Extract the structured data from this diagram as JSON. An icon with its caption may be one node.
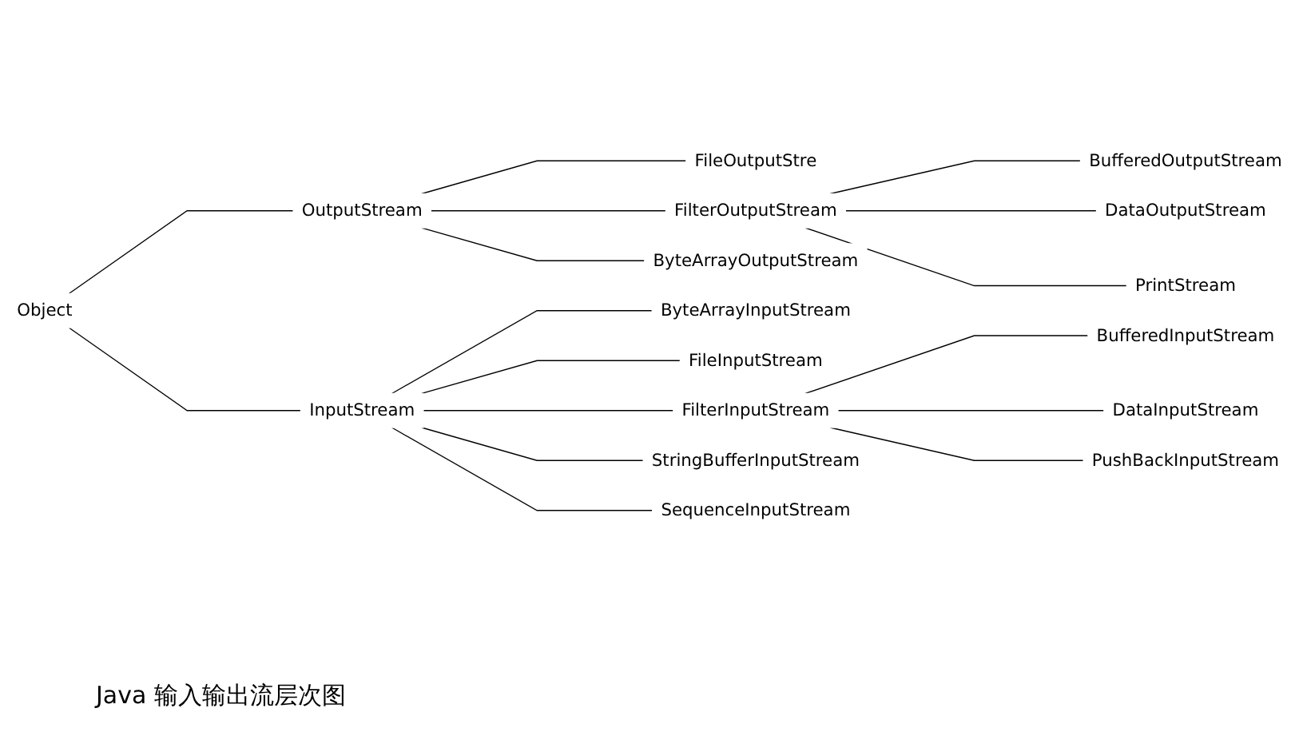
{
  "diagram": {
    "caption": "Java 输入输出流层次图",
    "nodes": [
      {
        "text": [
          "Object"
        ]
      },
      {
        "text": [
          "OutputStream"
        ]
      },
      {
        "text": [
          "FileOutputStre"
        ]
      },
      {
        "text": [
          "FilterOutputStream"
        ]
      },
      {
        "text": [
          "ByteArrayOutputStream"
        ]
      },
      {
        "text": [
          "BufferedOutputStream"
        ]
      },
      {
        "text": [
          "DataOutputStream"
        ]
      },
      {
        "text": [
          "PrintStream"
        ]
      },
      {
        "text": [
          "InputStream"
        ]
      },
      {
        "text": [
          "ByteArrayInputStream"
        ]
      },
      {
        "text": [
          "FileInputStream"
        ]
      },
      {
        "text": [
          "FilterInputStream"
        ]
      },
      {
        "text": [
          "StringBufferInputStream"
        ]
      },
      {
        "text": [
          "SequenceInputStream"
        ]
      },
      {
        "text": [
          "BufferedInputStream"
        ]
      },
      {
        "text": [
          "DataInputStream"
        ]
      },
      {
        "text": [
          "PushBackInputStream"
        ]
      }
    ],
    "edges": [
      {
        "from": 0,
        "to": 1,
        "arrow": "none"
      },
      {
        "from": 0,
        "to": 8,
        "arrow": "none"
      },
      {
        "from": 1,
        "to": 2,
        "arrow": "none"
      },
      {
        "from": 1,
        "to": 3,
        "arrow": "none"
      },
      {
        "from": 1,
        "to": 4,
        "arrow": "none"
      },
      {
        "from": 3,
        "to": 5,
        "arrow": "none"
      },
      {
        "from": 3,
        "to": 6,
        "arrow": "none"
      },
      {
        "from": 3,
        "to": 7,
        "arrow": "none"
      },
      {
        "from": 8,
        "to": 9,
        "arrow": "none"
      },
      {
        "from": 8,
        "to": 10,
        "arrow": "none"
      },
      {
        "from": 8,
        "to": 11,
        "arrow": "none"
      },
      {
        "from": 8,
        "to": 12,
        "arrow": "none"
      },
      {
        "from": 8,
        "to": 13,
        "arrow": "none"
      },
      {
        "from": 11,
        "to": 14,
        "arrow": "none"
      },
      {
        "from": 11,
        "to": 15,
        "arrow": "none"
      },
      {
        "from": 11,
        "to": 16,
        "arrow": "none"
      }
    ]
  }
}
